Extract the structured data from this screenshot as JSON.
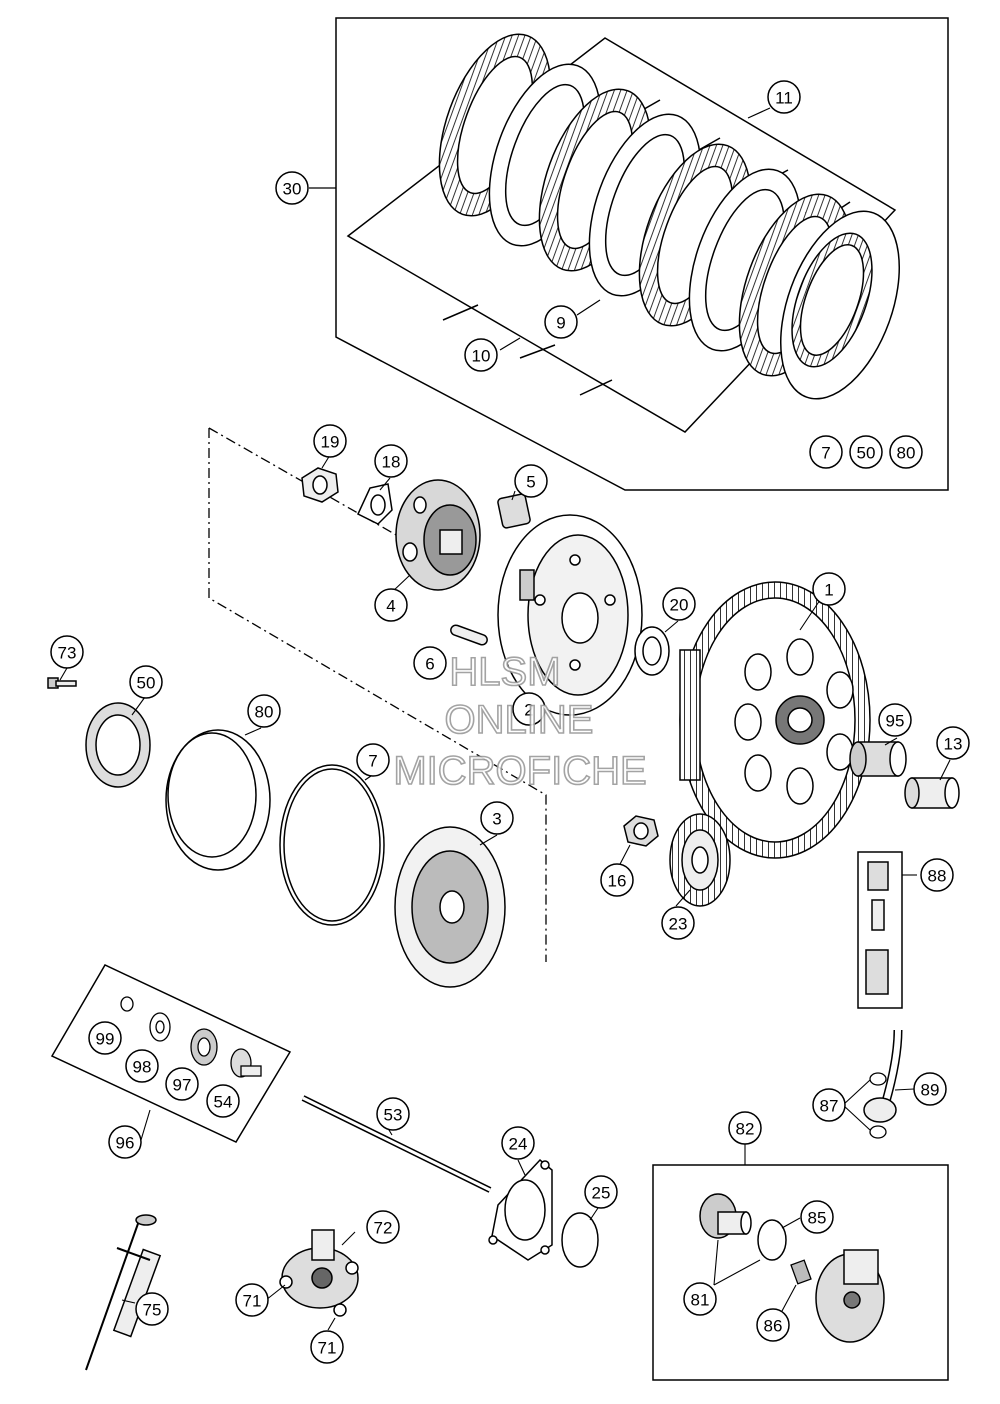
{
  "callouts": {
    "c1": "1",
    "c2": "2",
    "c3": "3",
    "c4": "4",
    "c5": "5",
    "c6": "6",
    "c7": "7",
    "c7b": "7",
    "c9": "9",
    "c10": "10",
    "c11": "11",
    "c13": "13",
    "c16": "16",
    "c18": "18",
    "c19": "19",
    "c20": "20",
    "c23": "23",
    "c24": "24",
    "c25": "25",
    "c30": "30",
    "c50": "50",
    "c50b": "50",
    "c53": "53",
    "c54": "54",
    "c71a": "71",
    "c71b": "71",
    "c72": "72",
    "c73": "73",
    "c75": "75",
    "c80": "80",
    "c80b": "80",
    "c81": "81",
    "c82": "82",
    "c85": "85",
    "c86": "86",
    "c87": "87",
    "c88": "88",
    "c89": "89",
    "c95": "95",
    "c96": "96",
    "c97": "97",
    "c98": "98",
    "c99": "99"
  },
  "watermark": {
    "line1": "HLSM",
    "line2": "ONLINE",
    "line3": "MICROFICHE"
  }
}
